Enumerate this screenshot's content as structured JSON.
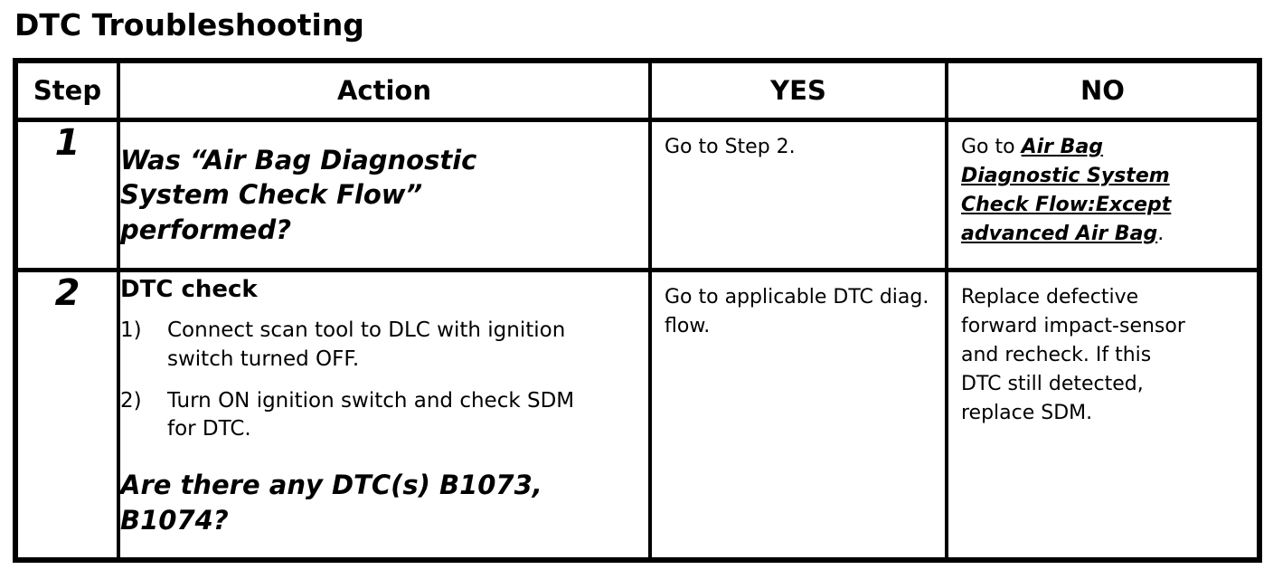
{
  "page_title": "DTC Troubleshooting",
  "colors": {
    "text": "#000000",
    "background": "#ffffff",
    "table_border": "#000000"
  },
  "table": {
    "headers": {
      "step": "Step",
      "action": "Action",
      "yes": "YES",
      "no": "NO"
    },
    "rows": [
      {
        "step": "1",
        "action_question": "Was “Air Bag Diagnostic System Check Flow” performed?",
        "yes": "Go to Step 2.",
        "no_prefix": "Go to ",
        "no_link": "Air Bag Diagnostic System Check Flow:Except advanced Air Bag",
        "no_suffix": "."
      },
      {
        "step": "2",
        "action_title": "DTC check",
        "action_steps": [
          {
            "num": "1)",
            "text": "Connect scan tool to DLC with ignition switch turned OFF."
          },
          {
            "num": "2)",
            "text": "Turn ON ignition switch and check SDM for DTC."
          }
        ],
        "action_question": "Are there any DTC(s) B1073, B1074?",
        "yes": "Go to applicable DTC diag. flow.",
        "no": "Replace defective forward impact-sensor and recheck. If this DTC still detected, replace SDM."
      }
    ]
  }
}
